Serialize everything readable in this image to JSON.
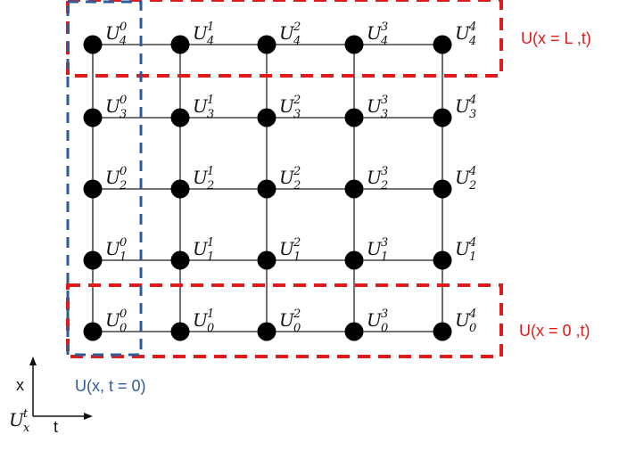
{
  "grid": {
    "symbol": "U",
    "columns": [
      "0",
      "1",
      "2",
      "3",
      "4"
    ],
    "rows": [
      "0",
      "1",
      "2",
      "3",
      "4"
    ]
  },
  "boundaries": {
    "top": {
      "text": "U(x = L ,t)",
      "color": "#e01b1b"
    },
    "bottom": {
      "text": "U(x = 0 ,t)",
      "color": "#e01b1b"
    },
    "left": {
      "text": "U(x, t = 0)",
      "color": "#2e5c9a"
    }
  },
  "axes": {
    "x_label": "x",
    "t_label": "t",
    "symbol": "U",
    "symbol_sup": "t",
    "symbol_sub": "x"
  },
  "colors": {
    "node": "#000000",
    "line": "#222222"
  }
}
